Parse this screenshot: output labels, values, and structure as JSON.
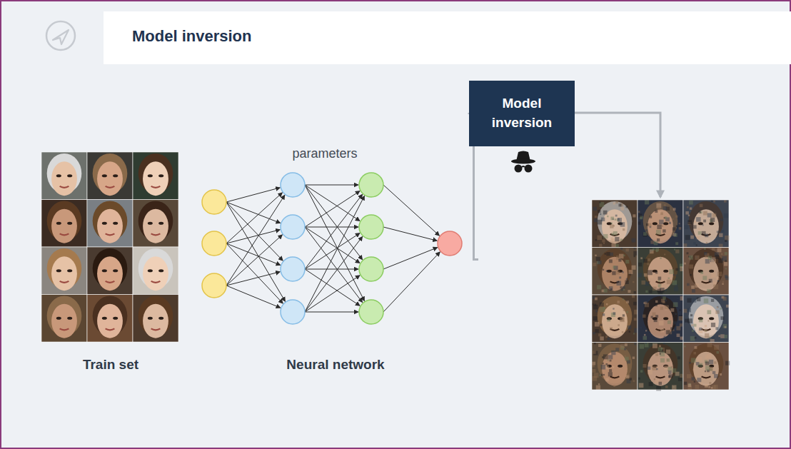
{
  "diagram": {
    "title": "Model inversion",
    "nodes": [
      {
        "text": [
          "Train set"
        ]
      },
      {
        "text": [
          "parameters",
          "Neural network"
        ]
      },
      {
        "text": [
          "Model inversion"
        ]
      }
    ],
    "edges": [
      {
        "from": 1,
        "to": 2,
        "arrow": "to"
      }
    ]
  }
}
